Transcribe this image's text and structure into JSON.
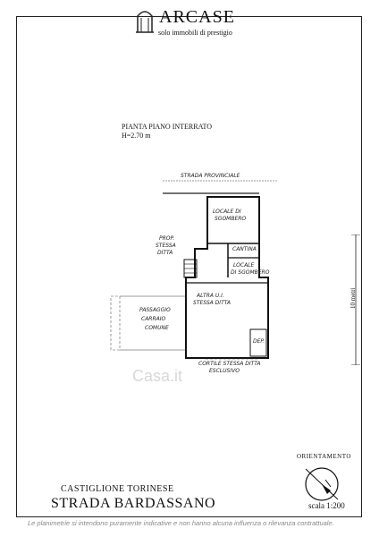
{
  "header": {
    "brand": "ARCASE",
    "tagline": "solo immobili di prestigio"
  },
  "plan": {
    "title": "PIANTA PIANO INTERRATO",
    "height_label": "H=2.70 m",
    "labels": {
      "strada": "STRADA PROVINCIALE",
      "locale1": "LOCALE DI",
      "locale2": "SGOMBERO",
      "cantina": "CANTINA",
      "locale_small1": "LOCALE",
      "locale_small2": "DI SGOMBERO",
      "prop1": "PROP.",
      "prop2": "STESSA",
      "prop3": "DITTA",
      "altra1": "ALTRA  U.I.",
      "altra2": "STESSA  DITTA",
      "passaggio1": "PASSAGGIO",
      "passaggio2": "CARRAIO",
      "passaggio3": "COMUNE",
      "cortile1": "CORTILE  STESSA  DITTA",
      "cortile2": "ESCLUSIVO",
      "dep": "DEP."
    }
  },
  "scale_bar_label": "10 metri",
  "orientation": {
    "label": "ORIENTAMENTO",
    "scale": "scala 1:200"
  },
  "footer": {
    "city": "CASTIGLIONE TORINESE",
    "street": "STRADA BARDASSANO",
    "disclaimer": "Le planimetrie si intendono puramente indicative e non hanno alcuna influenza o rilevanza contrattuale."
  },
  "watermark": "Casa.it"
}
